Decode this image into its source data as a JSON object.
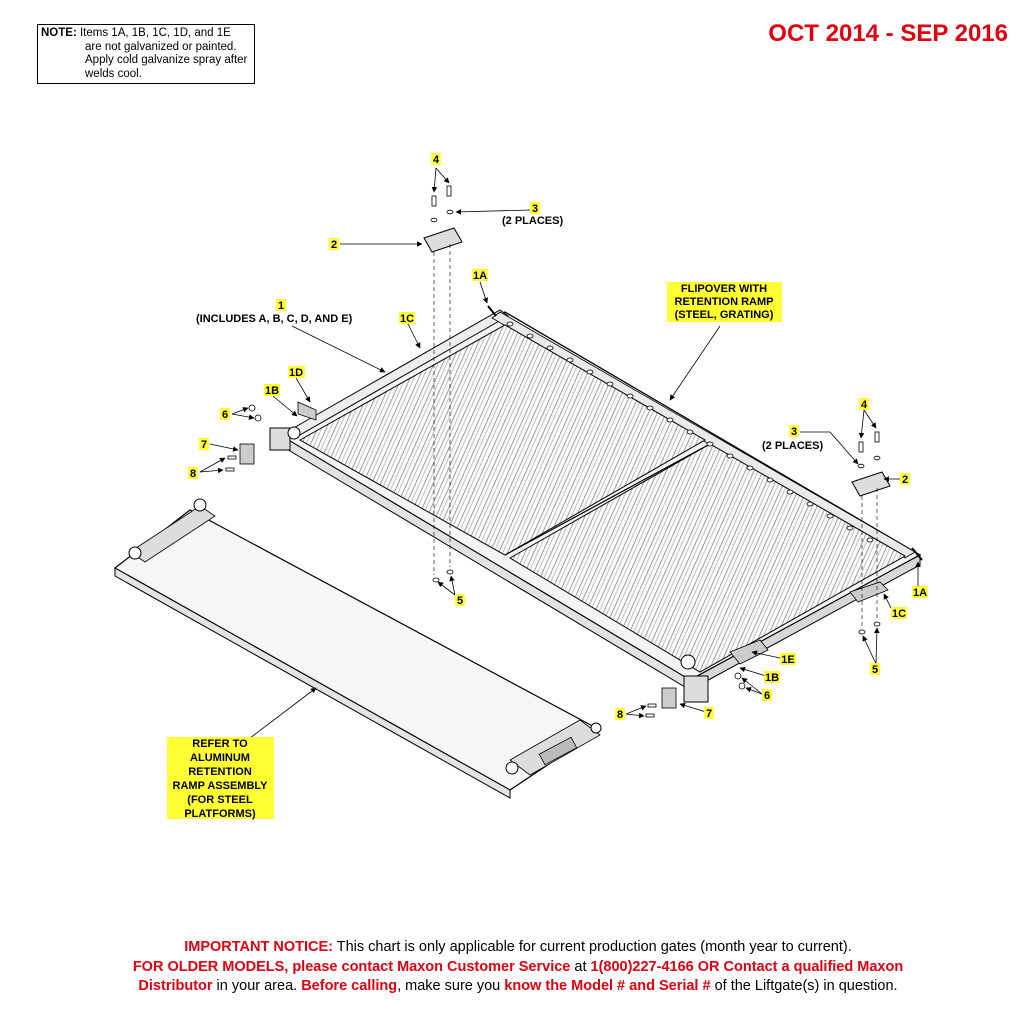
{
  "note": {
    "heading": "NOTE:",
    "line1": "Items 1A, 1B, 1C, 1D, and 1E",
    "line2": "are not galvanized or painted.",
    "line3": "Apply cold galvanize spray after",
    "line4": "welds cool."
  },
  "date_range": "OCT 2014 - SEP 2016",
  "callouts": {
    "c4a": "4",
    "c3a": "3",
    "places_a": "(2 PLACES)",
    "c2a": "2",
    "c1a_top": "1A",
    "c1": "1",
    "includes": "(INCLUDES A, B, C, D, AND E)",
    "c1c_top": "1C",
    "c1d": "1D",
    "c1b_left": "1B",
    "c6_left": "6",
    "c7_left": "7",
    "c8_left": "8",
    "c5_mid": "5",
    "flip1": "FLIPOVER WITH",
    "flip2": "RETENTION RAMP",
    "flip3": "(STEEL, GRATING)",
    "c4b": "4",
    "c3b": "3",
    "places_b": "(2 PLACES)",
    "c2b": "2",
    "c1a_right": "1A",
    "c1c_right": "1C",
    "c5_right": "5",
    "c1e": "1E",
    "c1b_right": "1B",
    "c6_right": "6",
    "c7_right": "7",
    "c8_right": "8",
    "ref1": "REFER TO",
    "ref2": "ALUMINUM",
    "ref3": "RETENTION",
    "ref4": "RAMP ASSEMBLY",
    "ref5": "(FOR STEEL",
    "ref6": "PLATFORMS)"
  },
  "notice": {
    "important_label": "IMPORTANT NOTICE:",
    "important_text": " This chart is only applicable for current production gates (month year to current).",
    "older_models": "FOR OLDER MODELS, please contact Maxon Customer Service",
    "at": " at ",
    "phone": "1(800)227-4166 OR Contact a qualified Maxon",
    "distributor": "Distributor",
    "in_area": " in your area. ",
    "before_calling": "Before calling",
    "make_sure": ", make sure you ",
    "know_model": "know the Model # and Serial #",
    "of_liftgate": " of the Liftgate(s) in question."
  },
  "colors": {
    "accent_red": "#e3000f",
    "highlight": "#ffff33"
  }
}
